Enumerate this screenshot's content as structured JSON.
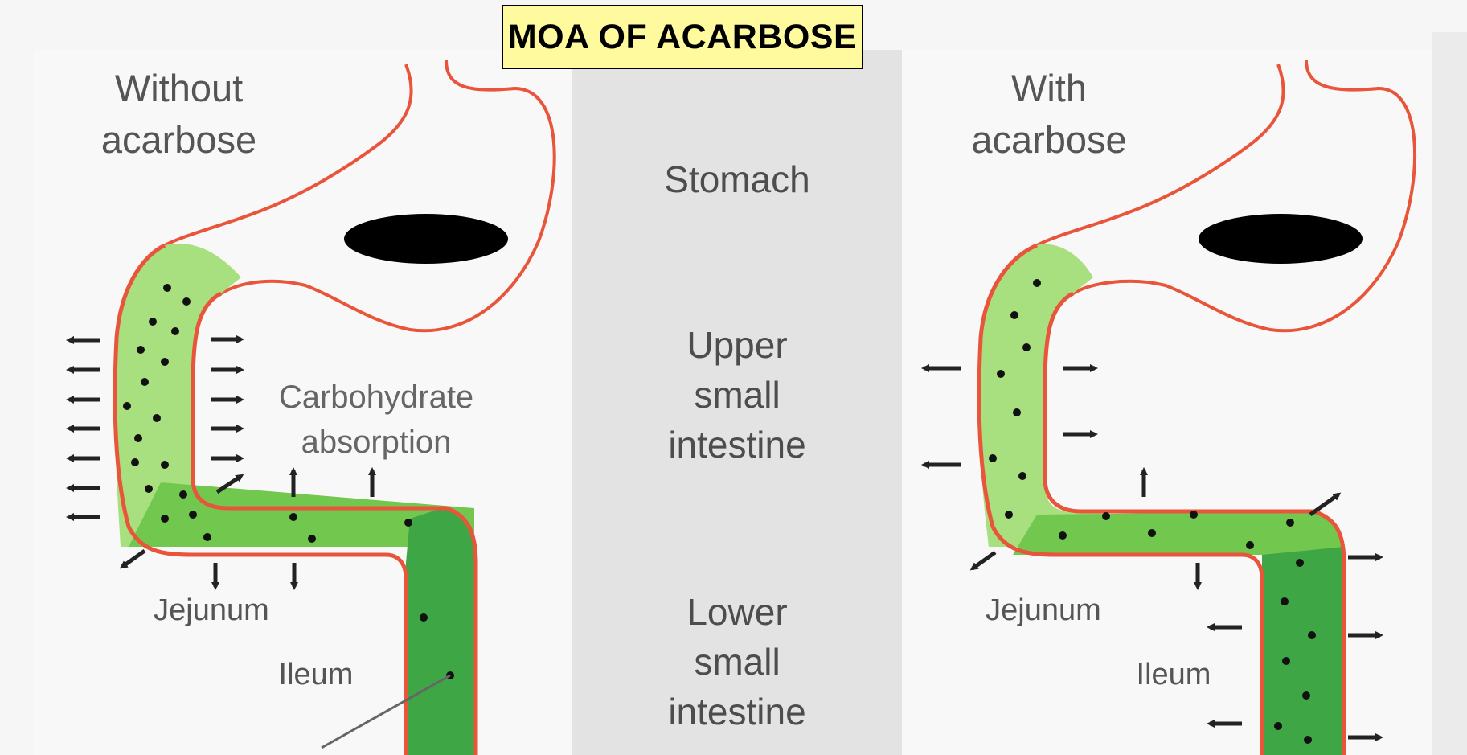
{
  "title": "MOA OF ACARBOSE",
  "left_panel": {
    "heading": "Without\nacarbose",
    "absorption_label": "Carbohydrate\nabsorption",
    "jejunum_label": "Jejunum",
    "ileum_label": "Ileum"
  },
  "middle_column": {
    "stomach": "Stomach",
    "upper": "Upper\nsmall\nintestine",
    "lower": "Lower\nsmall\nintestine"
  },
  "right_panel": {
    "heading": "With\nacarbose",
    "jejunum_label": "Jejunum",
    "ileum_label": "Ileum"
  },
  "colors": {
    "outline": "#e8553a",
    "light_green": "#9ee07a",
    "mid_green": "#6cc24a",
    "dark_green": "#3aa043",
    "title_bg": "#fffa9e"
  }
}
